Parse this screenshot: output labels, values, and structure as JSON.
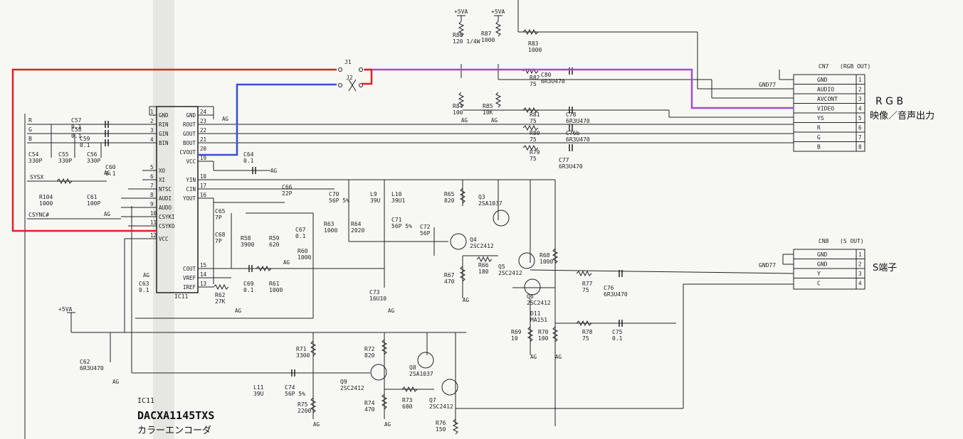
{
  "ic11": {
    "ref": "IC11",
    "part": "DACXA1145TXS",
    "desc": "カラーエンコーダ",
    "label_bottom": "IC11",
    "pins_left": [
      {
        "num": "1",
        "name": "GND"
      },
      {
        "num": "2",
        "name": "RIN"
      },
      {
        "num": "3",
        "name": "GIN"
      },
      {
        "num": "4",
        "name": "BIN"
      },
      {
        "num": "5",
        "name": "XO"
      },
      {
        "num": "6",
        "name": "XI"
      },
      {
        "num": "7",
        "name": "NTSC"
      },
      {
        "num": "8",
        "name": "AUDI"
      },
      {
        "num": "9",
        "name": "AUDO"
      },
      {
        "num": "10",
        "name": "CSYKI"
      },
      {
        "num": "11",
        "name": "CSYKO"
      },
      {
        "num": "12",
        "name": "VCC"
      }
    ],
    "pins_right": [
      {
        "num": "24",
        "name": "GND"
      },
      {
        "num": "23",
        "name": "ROUT"
      },
      {
        "num": "22",
        "name": "GOUT"
      },
      {
        "num": "21",
        "name": "BOUT"
      },
      {
        "num": "20",
        "name": "CVOUT"
      },
      {
        "num": "19",
        "name": "VCC"
      },
      {
        "num": "18",
        "name": "YIN"
      },
      {
        "num": "17",
        "name": "CIN"
      },
      {
        "num": "16",
        "name": "YOUT"
      },
      {
        "num": "15",
        "name": "COUT"
      },
      {
        "num": "14",
        "name": "VREF"
      },
      {
        "num": "13",
        "name": "IREF"
      }
    ]
  },
  "inputs": [
    "R",
    "G",
    "B",
    "SYSX",
    "CSYNC#"
  ],
  "jumpers": [
    "J1",
    "J2"
  ],
  "power": [
    "+5VA",
    "+5VA",
    "+5VA"
  ],
  "ground": "AG",
  "components": [
    {
      "ref": "C57",
      "val": "0.1"
    },
    {
      "ref": "C58",
      "val": "0.1"
    },
    {
      "ref": "C59",
      "val": "0.1"
    },
    {
      "ref": "C54",
      "val": "330P"
    },
    {
      "ref": "C55",
      "val": "330P"
    },
    {
      "ref": "C56",
      "val": "330P"
    },
    {
      "ref": "C60",
      "val": "0.1"
    },
    {
      "ref": "R104",
      "val": "1000"
    },
    {
      "ref": "C61",
      "val": "100P"
    },
    {
      "ref": "C64",
      "val": "0.1"
    },
    {
      "ref": "C66",
      "val": "22P"
    },
    {
      "ref": "C65",
      "val": "7P"
    },
    {
      "ref": "C68",
      "val": "7P"
    },
    {
      "ref": "R58",
      "val": "3900"
    },
    {
      "ref": "R59",
      "val": "620"
    },
    {
      "ref": "C67",
      "val": "0.1"
    },
    {
      "ref": "R60",
      "val": "1000"
    },
    {
      "ref": "C69",
      "val": "0.1"
    },
    {
      "ref": "R61",
      "val": "1000"
    },
    {
      "ref": "R62",
      "val": "27K"
    },
    {
      "ref": "C63",
      "val": "0.1"
    },
    {
      "ref": "C70",
      "val": "56P 5%"
    },
    {
      "ref": "L9",
      "val": "39U"
    },
    {
      "ref": "L10",
      "val": "39U1"
    },
    {
      "ref": "C71",
      "val": "56P 5%"
    },
    {
      "ref": "R63",
      "val": "1000"
    },
    {
      "ref": "R64",
      "val": "2020"
    },
    {
      "ref": "C72",
      "val": "56P"
    },
    {
      "ref": "C73",
      "val": "16U10"
    },
    {
      "ref": "R65",
      "val": "820"
    },
    {
      "ref": "Q3",
      "val": "2SA1037"
    },
    {
      "ref": "Q4",
      "val": "2SC2412"
    },
    {
      "ref": "R66",
      "val": "180"
    },
    {
      "ref": "R67",
      "val": "470"
    },
    {
      "ref": "Q5",
      "val": "2SC2412"
    },
    {
      "ref": "Q6",
      "val": "2SC2412"
    },
    {
      "ref": "R68",
      "val": "1000"
    },
    {
      "ref": "D11",
      "val": "MA151"
    },
    {
      "ref": "R69",
      "val": "10"
    },
    {
      "ref": "R70",
      "val": "100"
    },
    {
      "ref": "R77",
      "val": "75"
    },
    {
      "ref": "C76",
      "val": "6R3U470"
    },
    {
      "ref": "R78",
      "val": "75"
    },
    {
      "ref": "C75",
      "val": "0.1"
    },
    {
      "ref": "R86",
      "val": "120 1/4W"
    },
    {
      "ref": "R87",
      "val": "1000"
    },
    {
      "ref": "R83",
      "val": "1000"
    },
    {
      "ref": "R82",
      "val": "75"
    },
    {
      "ref": "C80",
      "val": "6R3U470"
    },
    {
      "ref": "R84",
      "val": "100"
    },
    {
      "ref": "R85",
      "val": "10K"
    },
    {
      "ref": "R81",
      "val": "75"
    },
    {
      "ref": "C78",
      "val": "6R3U470"
    },
    {
      "ref": "R80",
      "val": "75"
    },
    {
      "ref": "C76b",
      "val": "6R3U470"
    },
    {
      "ref": "R79",
      "val": "75"
    },
    {
      "ref": "C77",
      "val": "6R3U470"
    },
    {
      "ref": "C62",
      "val": "6R3U470"
    },
    {
      "ref": "R71",
      "val": "3300"
    },
    {
      "ref": "R72",
      "val": "820"
    },
    {
      "ref": "Q8",
      "val": "2SA1037"
    },
    {
      "ref": "Q9",
      "val": "2SC2412"
    },
    {
      "ref": "L11",
      "val": "39U"
    },
    {
      "ref": "C74",
      "val": "56P 5%"
    },
    {
      "ref": "R73",
      "val": "680"
    },
    {
      "ref": "Q7",
      "val": "2SC2412"
    },
    {
      "ref": "R74",
      "val": "470"
    },
    {
      "ref": "R75",
      "val": "2200"
    },
    {
      "ref": "R76",
      "val": "150"
    }
  ],
  "cn7": {
    "ref": "CN7",
    "title": "(RGB OUT)",
    "gnd_label": "GND77",
    "pins": [
      "GND",
      "AUDIO",
      "AVCONT",
      "VIDEO",
      "YS",
      "R",
      "G",
      "B"
    ],
    "caption_1": "R G B",
    "caption_2": "映像／音声出力"
  },
  "cn8": {
    "ref": "CN8",
    "title": "(S OUT)",
    "gnd_label": "GND77",
    "pins": [
      "GND",
      "GND",
      "Y",
      "C"
    ],
    "caption": "S端子"
  },
  "colors": {
    "red_trace": "#e02020",
    "blue_trace": "#3a4fd0",
    "purple_trace": "#a050c8",
    "ink": "#222222",
    "paper": "#f7f7f4"
  }
}
